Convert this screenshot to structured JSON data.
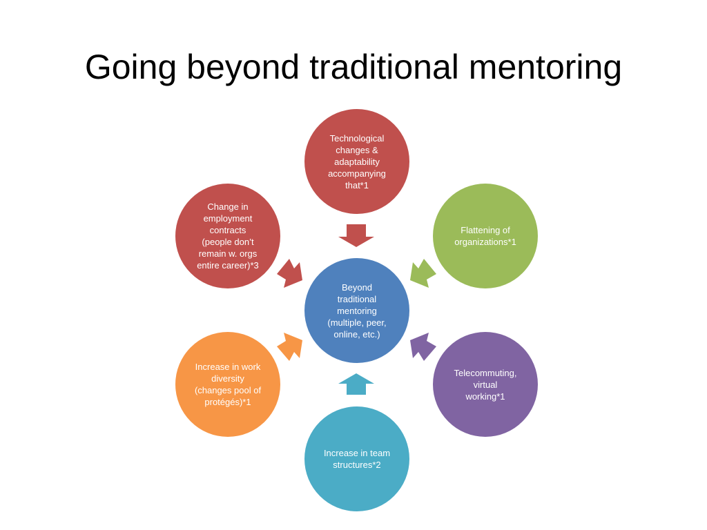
{
  "title": "Going beyond traditional mentoring",
  "diagram": {
    "center": {
      "label": "Beyond\ntraditional\nmentoring\n(multiple, peer,\nonline, etc.)",
      "color": "#4f81bd"
    },
    "nodes": [
      {
        "label": "Technological\nchanges &\nadaptability\naccompanying\nthat*1",
        "color": "#c0504d"
      },
      {
        "label": "Flattening of\norganizations*1",
        "color": "#9bbb59"
      },
      {
        "label": "Telecommuting,\nvirtual\nworking*1",
        "color": "#8064a2"
      },
      {
        "label": "Increase in team\nstructures*2",
        "color": "#4bacc6"
      },
      {
        "label": "Increase in work\ndiversity\n(changes pool of\nprotégés)*1",
        "color": "#f79646"
      },
      {
        "label": "Change in\nemployment\ncontracts\n(people don’t\nremain w. orgs\nentire career)*3",
        "color": "#c0504d"
      }
    ]
  }
}
